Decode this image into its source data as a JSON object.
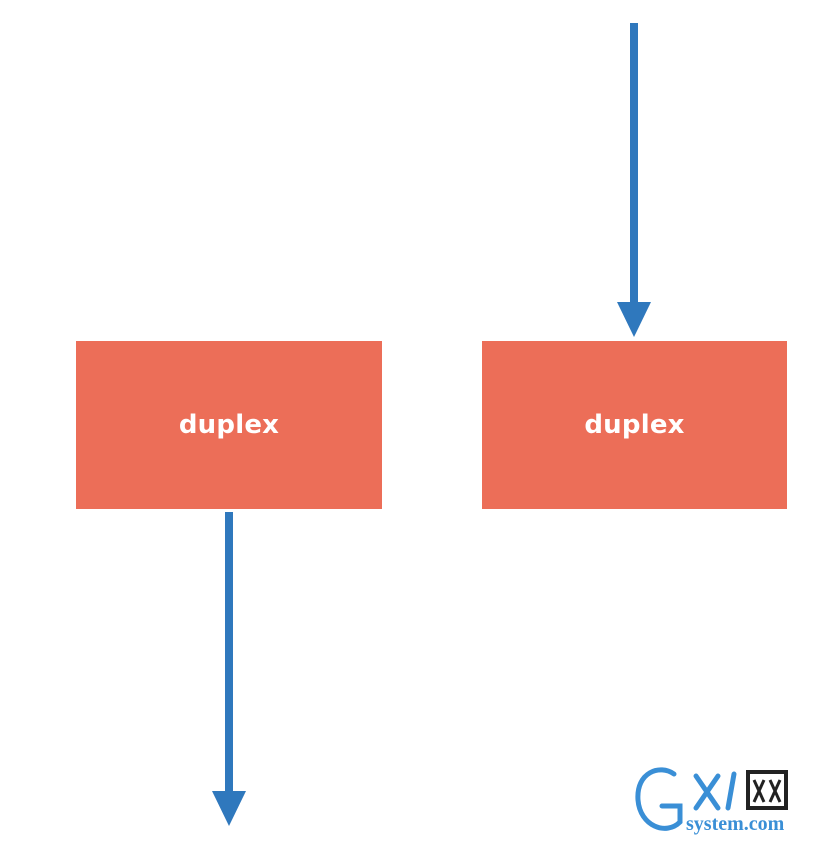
{
  "diagram": {
    "box_color": "#ec6e58",
    "arrow_color": "#2f78bd",
    "nodes": [
      {
        "id": "left",
        "label": "duplex"
      },
      {
        "id": "right",
        "label": "duplex"
      }
    ],
    "arrows": [
      {
        "from": "top",
        "to": "right",
        "direction": "down"
      },
      {
        "from": "left",
        "to": "bottom",
        "direction": "down"
      }
    ]
  },
  "watermark": {
    "logo_text": "GXI网",
    "domain_text": "system.com",
    "colors": [
      "#3a8fd6",
      "#222222"
    ]
  }
}
